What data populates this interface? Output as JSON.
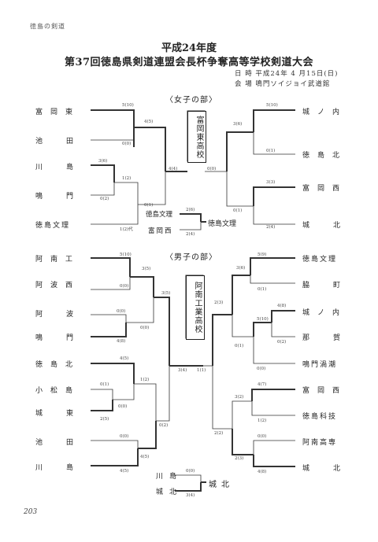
{
  "header": {
    "running_title": "徳島の剣道"
  },
  "title": {
    "line1": "平成24年度",
    "line2": "第37回徳島県剣道連盟会長杯争奪高等学校剣道大会"
  },
  "info": {
    "date": "日 時 平成24年 4 月15日(日)",
    "venue": "会 場 鳴門ソイジョイ武道館"
  },
  "women": {
    "heading": "〈女子の部〉",
    "champion": "富岡東高校",
    "left_teams": [
      "富岡東",
      "池田",
      "川島",
      "鳴門",
      "徳島文理"
    ],
    "right_teams": [
      "城ノ内",
      "徳島北",
      "富岡西",
      "城北"
    ],
    "third_place": {
      "team1": "徳島文理",
      "team2": "富岡西",
      "winner": "徳島文理"
    },
    "scores": {
      "fo_top": "5(10)",
      "ike": "0(0)",
      "fo_r2": "4(5)",
      "kawa": "3(6)",
      "naru": "0(2)",
      "kawa_r2": "1(2)",
      "bunri_r2": "0(1)",
      "bunri": "1(2)代",
      "final_l": "4(4)",
      "final_r": "0(0)",
      "jono": "5(10)",
      "tokukita": "0(1)",
      "jono_r2": "3(6)",
      "tomi": "3(3)",
      "jokita": "2(4)",
      "tomi_r2": "0(1)",
      "tp_top": "2(6)",
      "tp_bot": "2(4)"
    }
  },
  "men": {
    "heading": "〈男子の部〉",
    "champion": "阿南工業高校",
    "left_teams": [
      "阿南工",
      "阿波西",
      "阿波",
      "鳴門",
      "徳島北",
      "小松島",
      "城東",
      "池田",
      "川島"
    ],
    "right_teams": [
      "徳島文理",
      "脇町",
      "城ノ内",
      "那賀",
      "鳴門渦潮",
      "富岡西",
      "徳島科技",
      "阿南高専",
      "城北"
    ],
    "third_place": {
      "team1": "川島",
      "team2": "城北",
      "winner": "城北"
    },
    "scores": {
      "anan": "5(10)",
      "awanishi": "0(0)",
      "anan_r2": "3(5)",
      "awa": "0(0)",
      "naruto": "4(8)",
      "naruto_r2": "0(0)",
      "anan_sf": "3(5)",
      "tokukita": "4(5)",
      "komatsu": "0(1)",
      "joto": "2(5)",
      "joto_r2": "0(0)",
      "tokukita_r2": "1(2)",
      "ikeda": "0(0)",
      "kawa": "4(5)",
      "kawa_r2": "4(5)",
      "kawa_sf": "0(2)",
      "final_l": "3(4)",
      "final_r": "1(1)",
      "bunri": "5(9)",
      "waki": "0(1)",
      "bunri_r2": "3(6)",
      "jono": "4(8)",
      "naka": "0(2)",
      "jono_r2": "5(10)",
      "uzu": "0(0)",
      "bunri_sf": "0(1)",
      "r_top": "2(3)",
      "tomi": "4(7)",
      "kagi": "1(2)",
      "tomi_r2": "3(2)",
      "ananko": "0(0)",
      "jokita": "4(8)",
      "jokita_r2": "2(3)",
      "r_bot": "2(2)",
      "tp_top": "0(0)",
      "tp_bot": "3(4)"
    }
  },
  "page_number": "203"
}
